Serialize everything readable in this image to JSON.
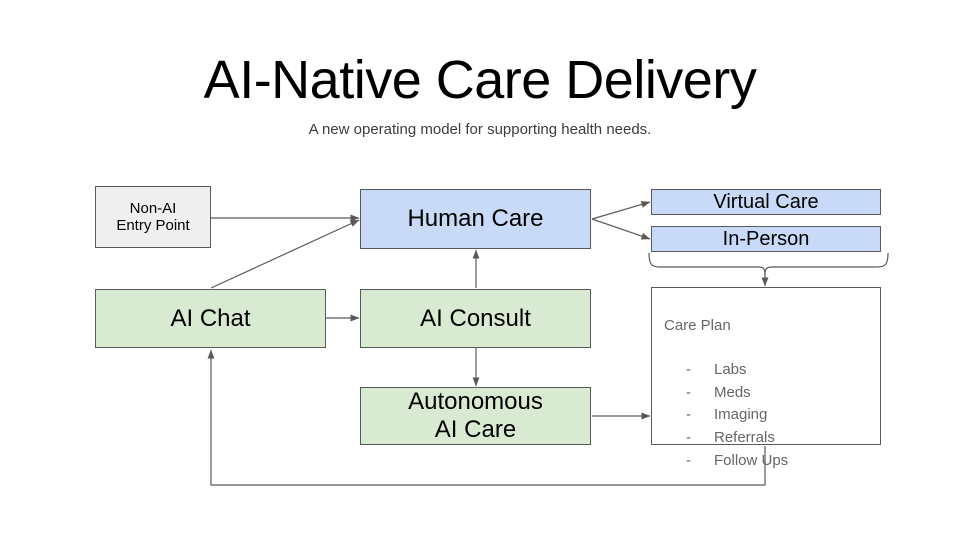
{
  "header": {
    "title": "AI-Native Care Delivery",
    "subtitle": "A new operating model for supporting health needs."
  },
  "colors": {
    "blue_fill": "#c9daf8",
    "green_fill": "#d9ead3",
    "gray_fill": "#efefef",
    "white_fill": "#ffffff",
    "stroke": "#595959",
    "title_text": "#000000",
    "subtitle_text": "#3d3d3d",
    "muted_text": "#666666"
  },
  "nodes": {
    "non_ai_entry_point": {
      "label": "Non-AI\nEntry Point",
      "fill": "gray"
    },
    "human_care": {
      "label": "Human Care",
      "fill": "blue"
    },
    "virtual_care": {
      "label": "Virtual Care",
      "fill": "blue"
    },
    "in_person": {
      "label": "In-Person",
      "fill": "blue"
    },
    "ai_chat": {
      "label": "AI Chat",
      "fill": "green"
    },
    "ai_consult": {
      "label": "AI Consult",
      "fill": "green"
    },
    "autonomous_ai_care": {
      "label": "Autonomous\nAI Care",
      "fill": "green"
    },
    "care_plan": {
      "title": "Care Plan",
      "fill": "white",
      "bullet_marker": "-",
      "items": [
        "Labs",
        "Meds",
        "Imaging",
        "Referrals",
        "Follow Ups"
      ]
    }
  },
  "edges": [
    {
      "from": "non_ai_entry_point",
      "to": "human_care",
      "style": "arrow"
    },
    {
      "from": "ai_chat",
      "to": "human_care",
      "style": "arrow-diagonal"
    },
    {
      "from": "ai_chat",
      "to": "ai_consult",
      "style": "arrow"
    },
    {
      "from": "ai_consult",
      "to": "human_care",
      "style": "arrow-up"
    },
    {
      "from": "ai_consult",
      "to": "autonomous_ai_care",
      "style": "arrow-down"
    },
    {
      "from": "human_care",
      "to": "virtual_care",
      "style": "arrow-split"
    },
    {
      "from": "human_care",
      "to": "in_person",
      "style": "arrow-split"
    },
    {
      "from": "virtual_care+in_person",
      "to": "care_plan",
      "style": "brace-arrow"
    },
    {
      "from": "autonomous_ai_care",
      "to": "care_plan",
      "style": "arrow"
    },
    {
      "from": "care_plan",
      "to": "ai_chat",
      "style": "feedback-loop-arrow"
    }
  ]
}
